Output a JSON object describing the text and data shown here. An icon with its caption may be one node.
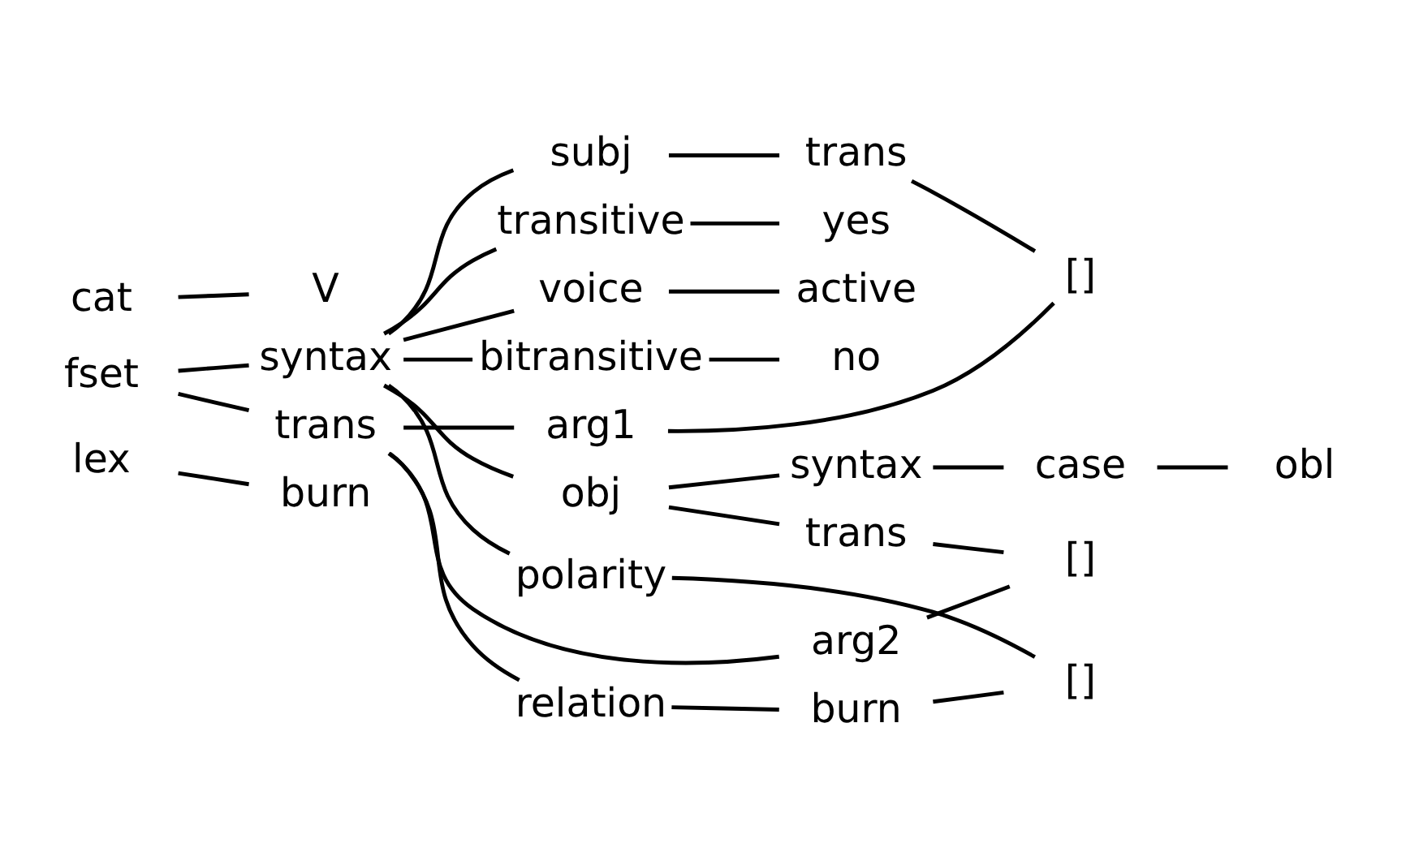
{
  "diagram": {
    "nodes": [
      {
        "text": [
          "cat"
        ]
      },
      {
        "text": [
          "V"
        ]
      },
      {
        "text": [
          "bitransitive"
        ]
      },
      {
        "text": [
          "no"
        ]
      },
      {
        "text": [
          "obj"
        ]
      },
      {
        "text": [
          "syntax"
        ]
      },
      {
        "text": [
          "case"
        ]
      },
      {
        "text": [
          "obl"
        ]
      },
      {
        "text": [
          "trans"
        ]
      },
      {
        "text": [
          "fset"
        ]
      },
      {
        "text": [
          "syntax"
        ]
      },
      {
        "text": [
          "polarity"
        ]
      },
      {
        "text": [
          "subj"
        ]
      },
      {
        "text": [
          "trans"
        ]
      },
      {
        "text": [
          "transitive"
        ]
      },
      {
        "text": [
          "yes"
        ]
      },
      {
        "text": [
          "voice"
        ]
      },
      {
        "text": [
          "active"
        ]
      },
      {
        "text": [
          "relation"
        ]
      },
      {
        "text": [
          "burn"
        ]
      },
      {
        "text": [
          "[]"
        ]
      },
      {
        "text": [
          "trans"
        ]
      },
      {
        "text": [
          "arg1"
        ]
      },
      {
        "text": [
          "[]"
        ]
      },
      {
        "text": [
          "arg2"
        ]
      },
      {
        "text": [
          "[]"
        ]
      },
      {
        "text": [
          "lex"
        ]
      },
      {
        "text": [
          "burn"
        ]
      }
    ],
    "edges": [
      {
        "from": 0,
        "to": 1,
        "arrow": "none"
      },
      {
        "from": 10,
        "to": 2,
        "arrow": "none"
      },
      {
        "from": 2,
        "to": 3,
        "arrow": "none"
      },
      {
        "from": 10,
        "to": 4,
        "arrow": "none"
      },
      {
        "from": 4,
        "to": 5,
        "arrow": "none"
      },
      {
        "from": 5,
        "to": 6,
        "arrow": "none"
      },
      {
        "from": 6,
        "to": 7,
        "arrow": "none"
      },
      {
        "from": 4,
        "to": 8,
        "arrow": "none"
      },
      {
        "from": 9,
        "to": 10,
        "arrow": "none"
      },
      {
        "from": 9,
        "to": 21,
        "arrow": "none"
      },
      {
        "from": 10,
        "to": 11,
        "arrow": "none"
      },
      {
        "from": 10,
        "to": 12,
        "arrow": "none"
      },
      {
        "from": 12,
        "to": 13,
        "arrow": "none"
      },
      {
        "from": 10,
        "to": 14,
        "arrow": "none"
      },
      {
        "from": 14,
        "to": 15,
        "arrow": "none"
      },
      {
        "from": 10,
        "to": 16,
        "arrow": "none"
      },
      {
        "from": 16,
        "to": 17,
        "arrow": "none"
      },
      {
        "from": 21,
        "to": 18,
        "arrow": "none"
      },
      {
        "from": 18,
        "to": 19,
        "arrow": "none"
      },
      {
        "from": 19,
        "to": 20,
        "arrow": "none"
      },
      {
        "from": 11,
        "to": 20,
        "arrow": "none"
      },
      {
        "from": 21,
        "to": 22,
        "arrow": "none"
      },
      {
        "from": 22,
        "to": 23,
        "arrow": "none"
      },
      {
        "from": 13,
        "to": 23,
        "arrow": "none"
      },
      {
        "from": 21,
        "to": 24,
        "arrow": "none"
      },
      {
        "from": 24,
        "to": 25,
        "arrow": "none"
      },
      {
        "from": 8,
        "to": 25,
        "arrow": "none"
      },
      {
        "from": 26,
        "to": 27,
        "arrow": "none"
      }
    ]
  }
}
